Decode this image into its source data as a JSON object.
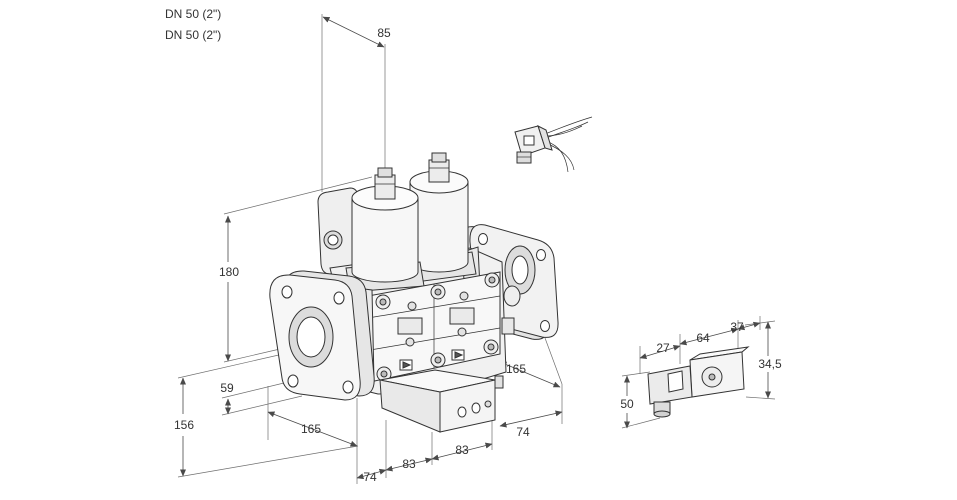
{
  "drawing": {
    "header": [
      "DN 50 (2\")",
      "DN 50 (2\")"
    ],
    "valve_dimensions": [
      "85",
      "180",
      "59",
      "156",
      "165",
      "165",
      "74",
      "83",
      "83",
      "74"
    ],
    "actuator_dimensions": [
      "27",
      "64",
      "37",
      "34,5",
      "50"
    ]
  }
}
